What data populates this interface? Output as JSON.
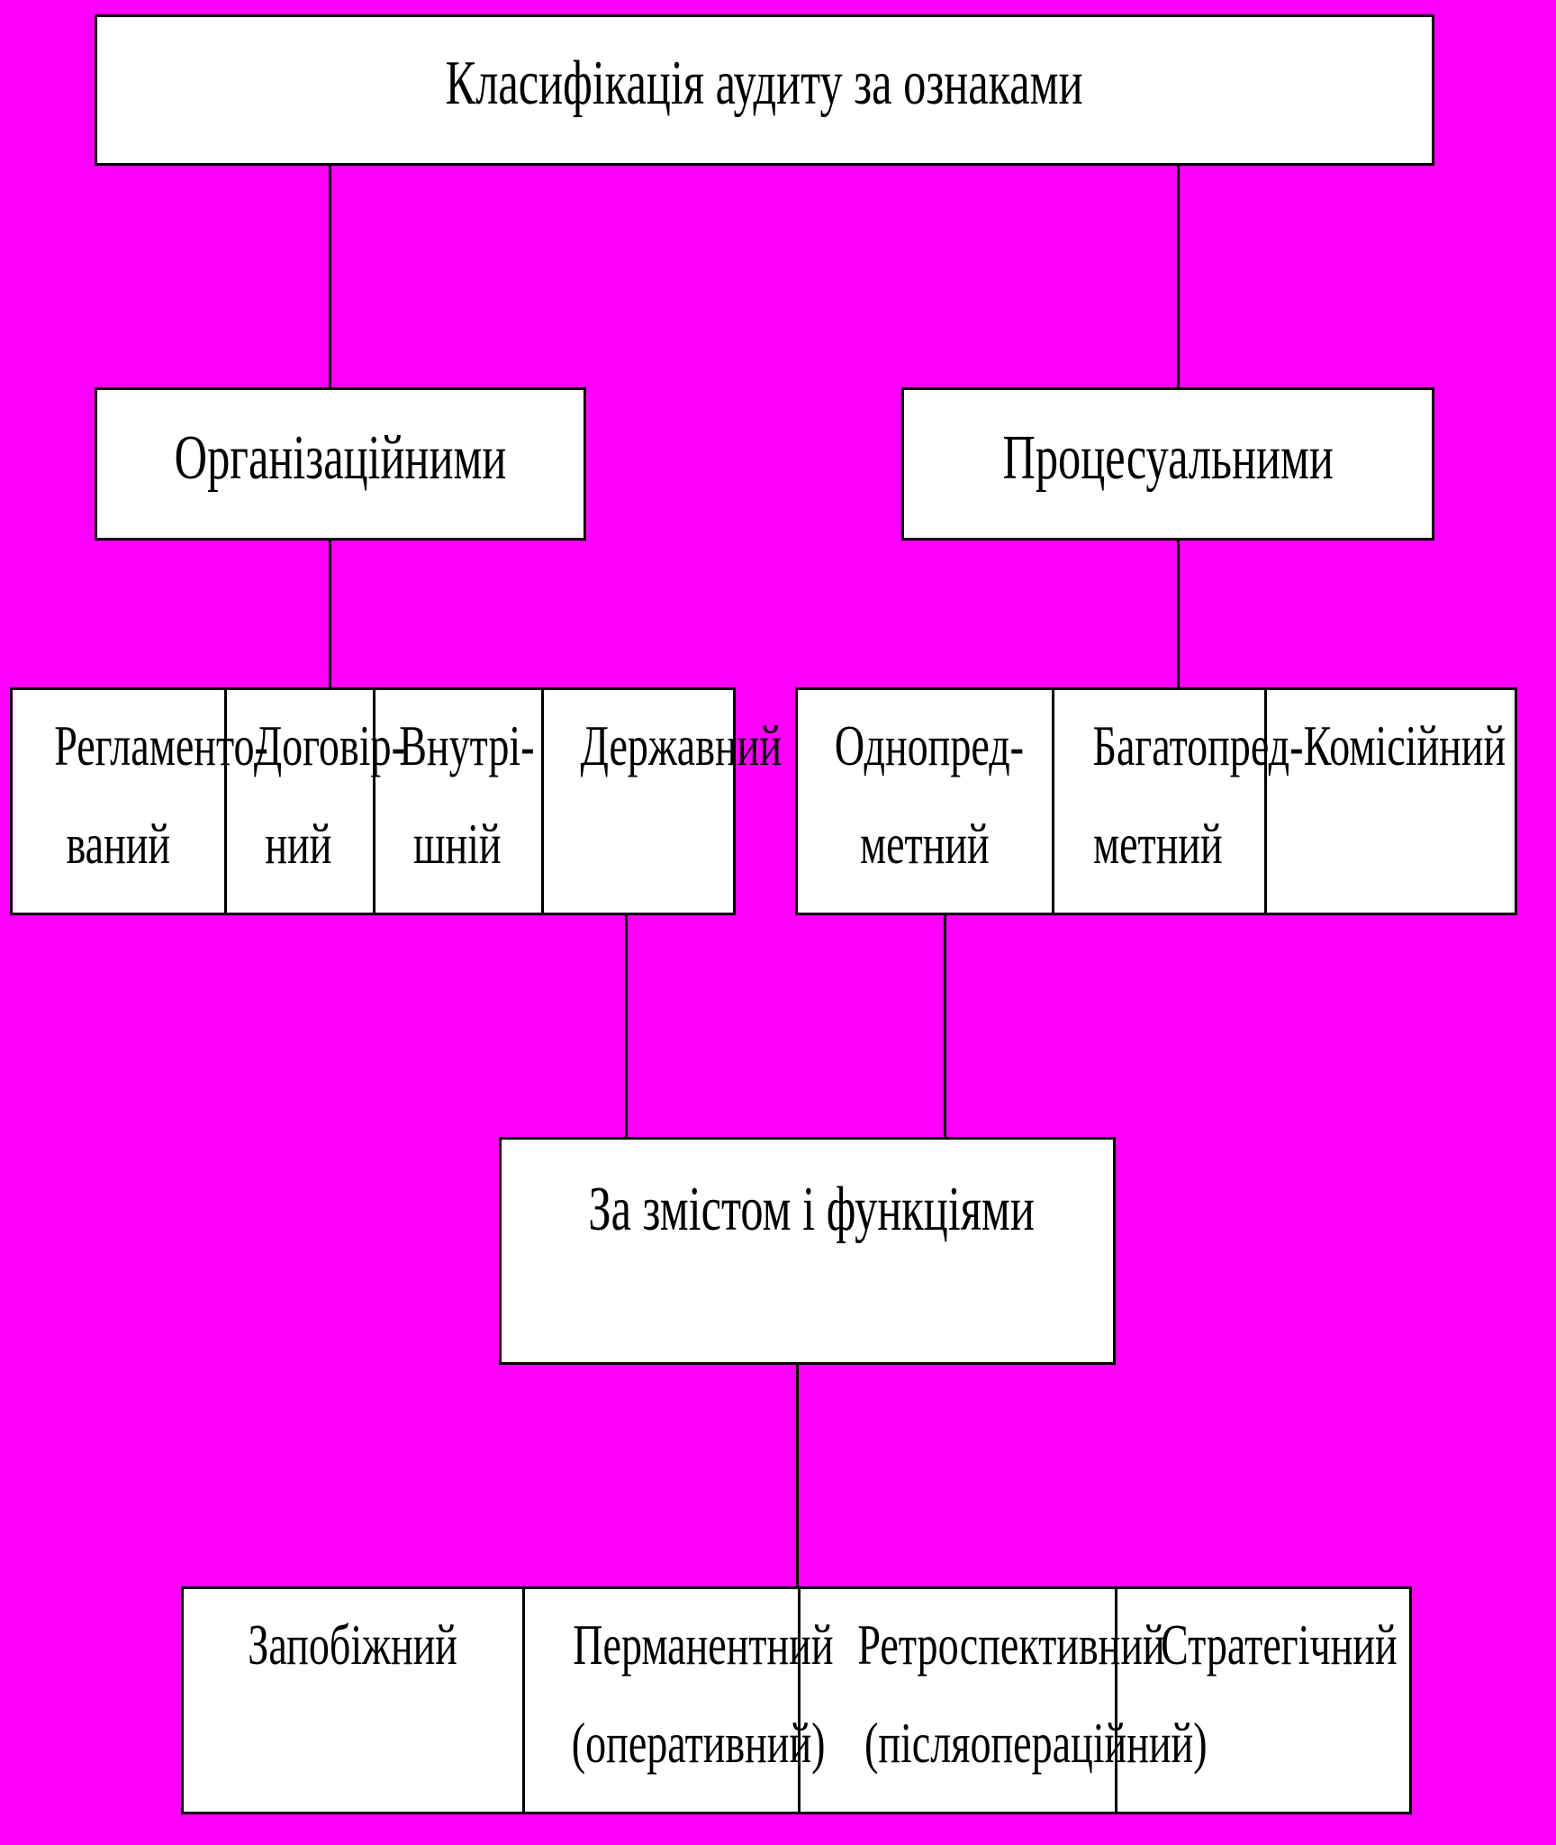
{
  "root": {
    "title": "Класифікація аудиту за ознаками"
  },
  "organizational": {
    "title": "Організаційними",
    "items": [
      {
        "line1": "Регламенто-",
        "line2": "ваний"
      },
      {
        "line1": "Договір-",
        "line2": "ний"
      },
      {
        "line1": "Внутрі-",
        "line2": "шній"
      },
      {
        "line1": "Державний",
        "line2": ""
      }
    ]
  },
  "procedural": {
    "title": "Процесуальними",
    "items": [
      {
        "line1": "Однопред-",
        "line2": "метний"
      },
      {
        "line1": "Багатопред-",
        "line2": "метний"
      },
      {
        "line1": "Комісійний",
        "line2": ""
      }
    ]
  },
  "content": {
    "title": "За змістом і функціями",
    "items": [
      {
        "line1": "Запобіжний",
        "line2": ""
      },
      {
        "line1": "Перманентний",
        "line2": "(оперативний)"
      },
      {
        "line1": "Ретроспективний",
        "line2": "(післяопераційний)"
      },
      {
        "line1": "Стратегічний",
        "line2": ""
      }
    ]
  }
}
